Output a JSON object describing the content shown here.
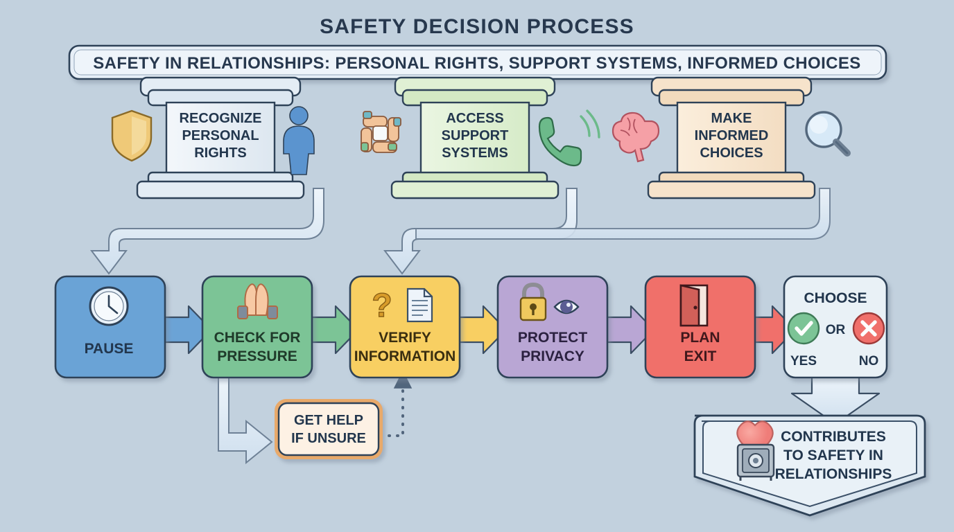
{
  "diagram": {
    "title": "SAFETY DECISION PROCESS",
    "subtitle_banner": "SAFETY IN RELATIONSHIPS: PERSONAL RIGHTS, SUPPORT SYSTEMS, INFORMED CHOICES",
    "background_color": "#c2d1de",
    "outline_color": "#2e4258"
  },
  "pillars": [
    {
      "id": "pillar-personal-rights",
      "label_lines": [
        "RECOGNIZE",
        "PERSONAL",
        "RIGHTS"
      ],
      "color": "#e8eef5",
      "left_icon": "shield-icon",
      "right_icon": "person-icon"
    },
    {
      "id": "pillar-support-systems",
      "label_lines": [
        "ACCESS",
        "SUPPORT",
        "SYSTEMS"
      ],
      "color": "#dff0d8",
      "left_icon": "helping-hands-icon",
      "right_icon": "phone-call-icon"
    },
    {
      "id": "pillar-informed-choices",
      "label_lines": [
        "MAKE",
        "INFORMED",
        "CHOICES"
      ],
      "color": "#f7e6d0",
      "left_icon": "brain-icon",
      "right_icon": "magnifier-icon"
    }
  ],
  "process_steps": [
    {
      "id": "step-pause",
      "label_lines": [
        "PAUSE"
      ],
      "color": "#6ba3d6",
      "text_color": "#22364d",
      "icons": [
        "clock-icon"
      ]
    },
    {
      "id": "step-check-pressure",
      "label_lines": [
        "CHECK FOR",
        "PRESSURE"
      ],
      "color": "#7cc496",
      "text_color": "#1f3a2a",
      "icons": [
        "stop-hands-icon"
      ]
    },
    {
      "id": "step-verify-information",
      "label_lines": [
        "VERIFY",
        "INFORMATION"
      ],
      "color": "#f8cf62",
      "text_color": "#3a2e10",
      "icons": [
        "question-mark-icon",
        "document-icon"
      ]
    },
    {
      "id": "step-protect-privacy",
      "label_lines": [
        "PROTECT",
        "PRIVACY"
      ],
      "color": "#b9a6d4",
      "text_color": "#2b2140",
      "icons": [
        "lock-icon",
        "eye-icon"
      ]
    },
    {
      "id": "step-plan-exit",
      "label_lines": [
        "PLAN",
        "EXIT"
      ],
      "color": "#f0706b",
      "text_color": "#40181c",
      "icons": [
        "exit-door-icon"
      ]
    }
  ],
  "decision": {
    "id": "decision-choose",
    "title": "CHOOSE",
    "yes_label": "YES",
    "or_label": "OR",
    "no_label": "NO",
    "yes_icon": "check-circle-icon",
    "no_icon": "x-circle-icon",
    "color": "#e9f1f6",
    "yes_color": "#7cc496",
    "no_color": "#f0706b"
  },
  "side_node": {
    "id": "node-get-help",
    "label_lines": [
      "GET HELP",
      "IF UNSURE"
    ],
    "fill": "#fbe9d8",
    "border": "#e8a96b"
  },
  "outcome": {
    "id": "outcome-banner",
    "label_lines": [
      "CONTRIBUTES",
      "TO SAFETY IN",
      "RELATIONSHIPS"
    ],
    "icons": [
      "heart-icon",
      "safe-vault-icon"
    ],
    "color": "#e4edf4"
  }
}
